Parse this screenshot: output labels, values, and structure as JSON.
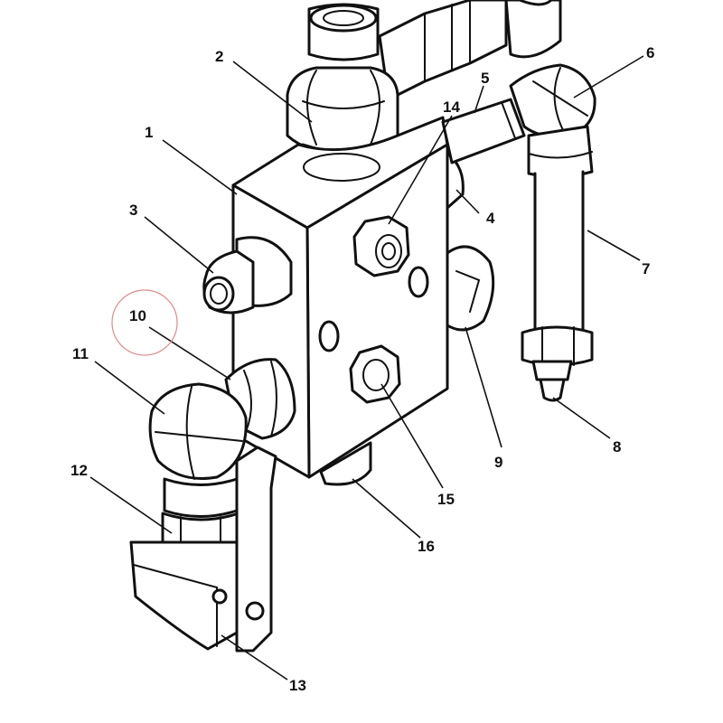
{
  "callouts": [
    {
      "id": "1",
      "text": "1"
    },
    {
      "id": "2",
      "text": "2"
    },
    {
      "id": "3",
      "text": "3"
    },
    {
      "id": "4",
      "text": "4"
    },
    {
      "id": "5",
      "text": "5"
    },
    {
      "id": "6",
      "text": "6"
    },
    {
      "id": "7",
      "text": "7"
    },
    {
      "id": "8",
      "text": "8"
    },
    {
      "id": "9",
      "text": "9"
    },
    {
      "id": "10",
      "text": "10"
    },
    {
      "id": "11",
      "text": "11"
    },
    {
      "id": "12",
      "text": "12"
    },
    {
      "id": "13",
      "text": "13"
    },
    {
      "id": "14",
      "text": "14"
    },
    {
      "id": "15",
      "text": "15"
    },
    {
      "id": "16",
      "text": "16"
    }
  ],
  "highlighted_callout": "10",
  "colors": {
    "line": "#111111",
    "highlight": "#e08a8a",
    "background": "#ffffff"
  }
}
